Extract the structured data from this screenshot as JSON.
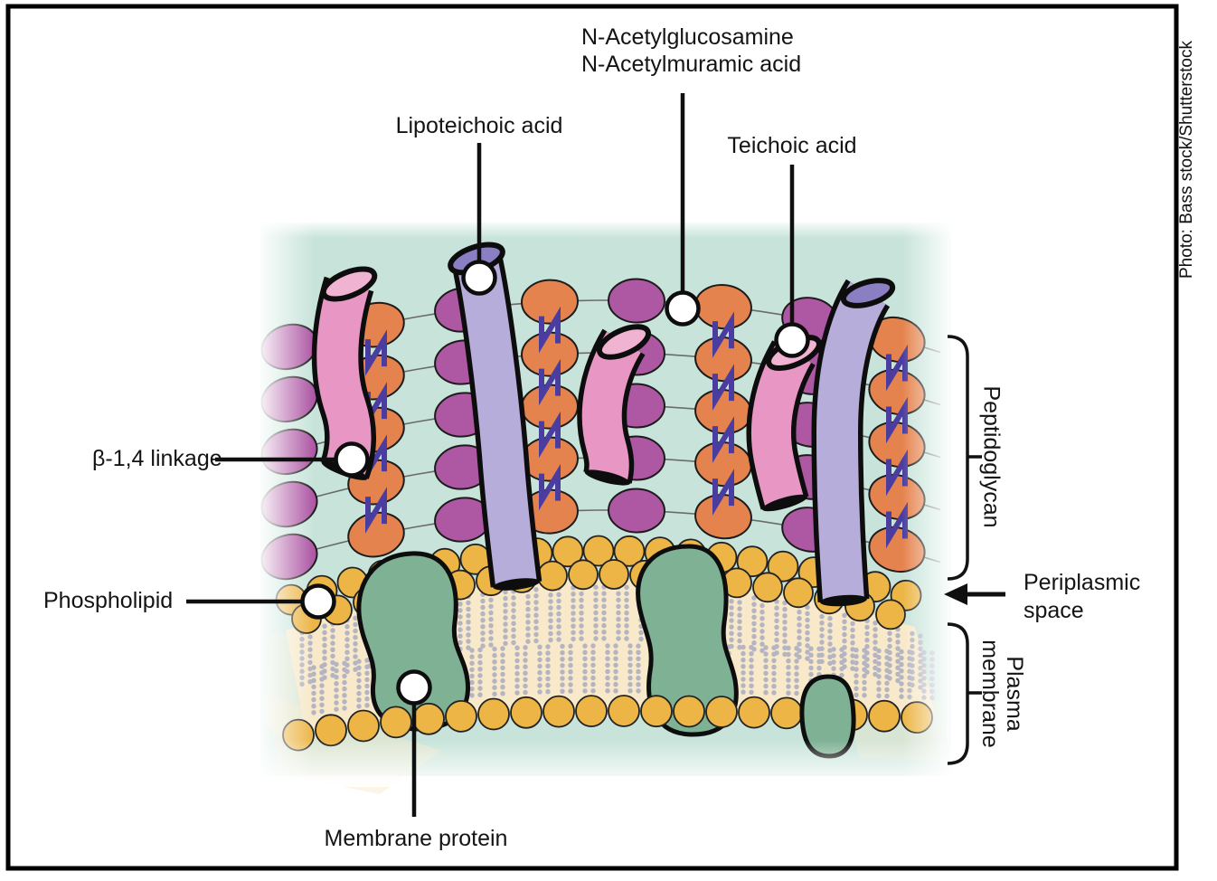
{
  "labels": {
    "nag": {
      "line1": "N-Acetylglucosamine",
      "line2": "N-Acetylmuramic acid"
    },
    "lipoteichoic": "Lipoteichoic acid",
    "teichoic": "Teichoic acid",
    "beta_linkage": "β-1,4 linkage",
    "phospholipid": "Phospholipid",
    "membrane_protein": "Membrane protein",
    "periplasmic": {
      "line1": "Periplasmic",
      "line2": "space"
    },
    "peptidoglycan": "Peptidoglycan",
    "plasma_membrane": {
      "line1": "Plasma",
      "line2": "membrane"
    }
  },
  "credit": "Photo: Bass stock/Shutterstock",
  "colors": {
    "background_teal": "#c8e4da",
    "oval_purple": "#ae58a4",
    "oval_orange": "#e5834e",
    "crosslink_blue": "#4b3da0",
    "ribbon_pink": "#e897c4",
    "ribbon_pink_light": "#f0b3d2",
    "tube_lavender": "#b6addb",
    "tube_lavender_dark": "#8a7fc2",
    "head_yellow": "#ecb545",
    "tail_gray": "#b4b4c2",
    "membrane_cream": "#f7e9c9",
    "protein_green": "#7fb195",
    "outline_black": "#0d0d0d",
    "annotation_black": "#0f0f0f"
  }
}
